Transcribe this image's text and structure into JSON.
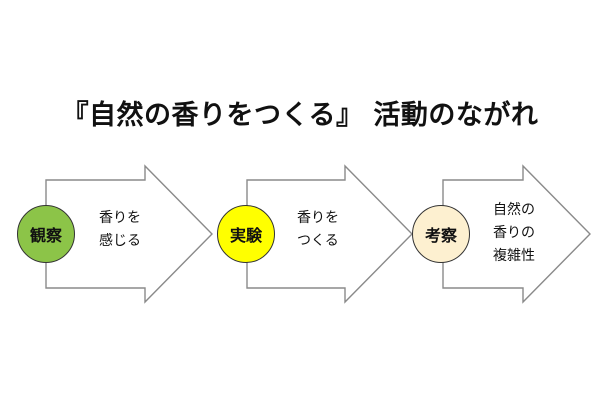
{
  "title": "『自然の香りをつくる』 活動のながれ",
  "steps": [
    {
      "label": "観察",
      "circle_color": "#8cc448",
      "lines": [
        "香りを",
        "感じる"
      ]
    },
    {
      "label": "実験",
      "circle_color": "#ffff00",
      "lines": [
        "香りを",
        "つくる"
      ]
    },
    {
      "label": "考察",
      "circle_color": "#fdf0d0",
      "lines": [
        "自然の",
        "香りの",
        "複雑性"
      ]
    }
  ]
}
